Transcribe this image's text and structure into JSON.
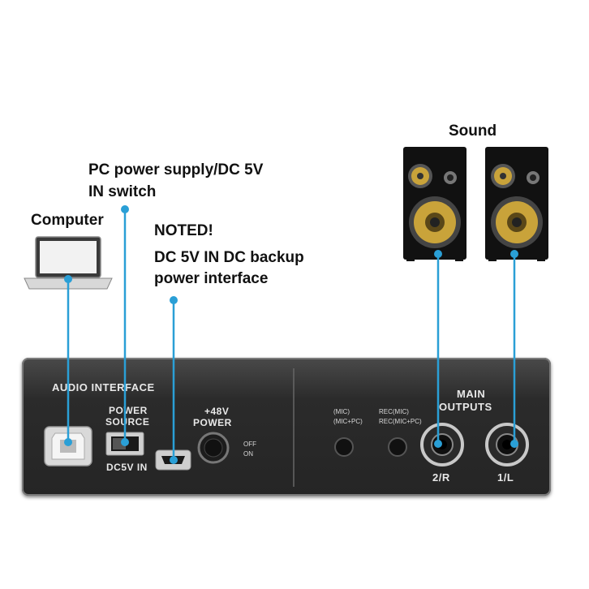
{
  "labels": {
    "computer": "Computer",
    "pc_power_line1": "PC power supply/DC 5V",
    "pc_power_line2": "IN switch",
    "noted_title": "NOTED!",
    "noted_line1": "DC 5V IN DC backup",
    "noted_line2": "power interface",
    "sound": "Sound"
  },
  "panel": {
    "audio_interface": "AUDIO INTERFACE",
    "power_source_line1": "POWER",
    "power_source_line2": "SOURCE",
    "dc5v_in": "DC5V IN",
    "phantom_line1": "+48V",
    "phantom_line2": "POWER",
    "off": "OFF",
    "on": "ON",
    "mon_mic": "(MIC)",
    "mon_mic_pc": "(MIC+PC)",
    "rec_mic": "REC(MIC)",
    "rec_mic_pc": "REC(MIC+PC)",
    "main_outputs_line1": "MAIN",
    "main_outputs_line2": "OUTPUTS",
    "out_right": "2/R",
    "out_left": "1/L"
  },
  "colors": {
    "connector_line": "#2a9fd6",
    "panel": "#2b2b2b",
    "speaker_cone": "#c9a33a"
  }
}
